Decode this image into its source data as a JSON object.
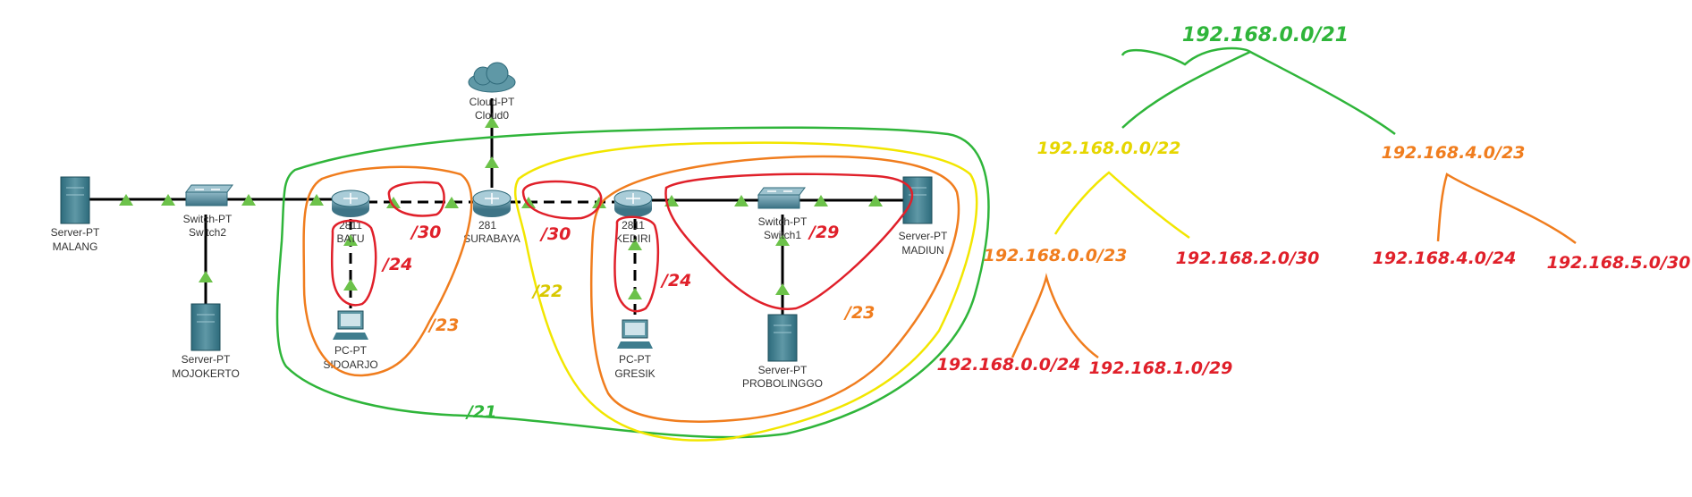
{
  "devices": [
    {
      "id": "malang",
      "type": "Server-PT",
      "name": "MALANG",
      "icon": "server-icon"
    },
    {
      "id": "switch2",
      "type": "Switch-PT",
      "name": "Switch2",
      "icon": "switch-icon"
    },
    {
      "id": "mojokerto",
      "type": "Server-PT",
      "name": "MOJOKERTO",
      "icon": "server-icon"
    },
    {
      "id": "batu",
      "type": "2811",
      "name": "BATU",
      "icon": "router-icon"
    },
    {
      "id": "sidoarjo",
      "type": "PC-PT",
      "name": "SIDOARJO",
      "icon": "pc-icon"
    },
    {
      "id": "cloud0",
      "type": "Cloud-PT",
      "name": "Cloud0",
      "icon": "cloud-icon"
    },
    {
      "id": "surabaya",
      "type": "281",
      "name": "SURABAYA",
      "icon": "router-icon"
    },
    {
      "id": "kediri",
      "type": "2811",
      "name": "KEDIRI",
      "icon": "router-icon"
    },
    {
      "id": "gresik",
      "type": "PC-PT",
      "name": "GRESIK",
      "icon": "pc-icon"
    },
    {
      "id": "switch1",
      "type": "Switch-PT",
      "name": "Switch1",
      "icon": "switch-icon"
    },
    {
      "id": "probolinggo",
      "type": "Server-PT",
      "name": "PROBOLINGGO",
      "icon": "server-icon"
    },
    {
      "id": "madiun",
      "type": "Server-PT",
      "name": "MADIUN",
      "icon": "server-icon"
    }
  ],
  "annotations": {
    "batu_surabaya": "/30",
    "surabaya_kediri": "/30",
    "batu_lan": "/24",
    "kediri_lan": "/24",
    "switch1_lan": "/29",
    "left_group": "/23",
    "right_group": "/23",
    "yellow_group": "/22",
    "green_group": "/21"
  },
  "tree": {
    "root": "192.168.0.0/21",
    "l1_left": "192.168.0.0/22",
    "l1_right": "192.168.4.0/23",
    "l2_a": "192.168.0.0/23",
    "l2_b": "192.168.2.0/30",
    "l2_c": "192.168.4.0/24",
    "l2_d": "192.168.5.0/30",
    "l3_a": "192.168.0.0/24",
    "l3_b": "192.168.1.0/29"
  },
  "colors": {
    "green": "#2fb53a",
    "yellow": "#f2e600",
    "orange": "#f07d1e",
    "red": "#e0202a",
    "link_arrow": "#6cc24a",
    "device": "#3f7d8e"
  }
}
